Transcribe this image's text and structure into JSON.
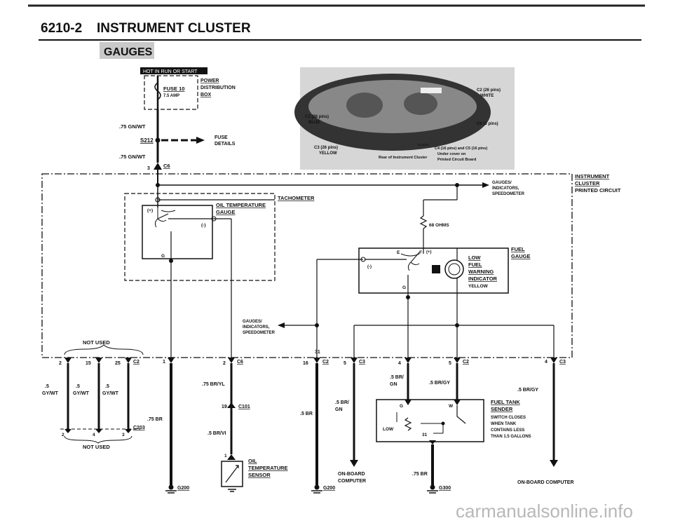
{
  "header": {
    "page": "6210-2",
    "title": "INSTRUMENT CLUSTER"
  },
  "section": "GAUGES",
  "hot_label": "HOT IN RUN OR START",
  "power": {
    "fuse": "FUSE 10",
    "amp": "7.5 AMP",
    "box_line1": "POWER",
    "box_line2": "DISTRIBUTION",
    "box_line3": "BOX"
  },
  "wire_top1": ".75 GN/WT",
  "splice": "S212",
  "fuse_details_1": "FUSE",
  "fuse_details_2": "DETAILS",
  "wire_top2": ".75 GN/WT",
  "c6_top_pin": "3",
  "c6_top": "C6",
  "photo": {
    "caption": "Rear of Instrument Cluster",
    "c1": "C1 (26 pins)",
    "c1b": "BLUE",
    "c2": "C2 (26 pins)",
    "c2b": "WHITE",
    "c3": "C3 (26 pins)",
    "c3b": "YELLOW",
    "c6": "C6 (3 pins)",
    "c4": "C4 (16 pins) and C5 (16 pins)",
    "c4b": "Under cover on",
    "c4c": "Printed Circuit Board",
    "code": "B10029"
  },
  "cluster_label": {
    "l1": "INSTRUMENT",
    "l2": "CLUSTER",
    "l3": "PRINTED CIRCUIT"
  },
  "gauges_top": {
    "l1": "GAUGES/",
    "l2": "INDICATORS,",
    "l3": "SPEEDOMETER"
  },
  "oil_gauge": {
    "l1": "OIL TEMPERATURE",
    "l2": "GAUGE",
    "plus": "(+)",
    "minus": "(-)",
    "g": "G"
  },
  "tachometer": "TACHOMETER",
  "ohms": "68 OHMS",
  "fuel_gauge": {
    "l1": "FUEL",
    "l2": "GAUGE",
    "e": "E",
    "f": "F",
    "plus": "(+)",
    "minus": "(-)",
    "g": "G"
  },
  "low_fuel": {
    "l1": "LOW",
    "l2": "FUEL",
    "l3": "WARNING",
    "l4": "INDICATOR",
    "l5": "YELLOW"
  },
  "gauges_mid": {
    "l1": "GAUGES/",
    "l2": "INDICATORS,",
    "l3": "SPEEDOMETER"
  },
  "not_used_top": "NOT USED",
  "not_used_bottom": "NOT USED",
  "pins": {
    "p2": "2",
    "p15": "15",
    "p25": "25",
    "c2a": "C2",
    "p1": "1",
    "p2b": "2",
    "c6b": "C6",
    "p31": "31",
    "p16": "16",
    "c2b": "C2",
    "p5": "5",
    "c3a": "C3",
    "p4": "4",
    "p5b": "5",
    "c2c": "C2",
    "p4b": "4",
    "c3b": "C3",
    "c203": "C203",
    "c203_2": "2",
    "c203_4": "4",
    "c203_3": "3",
    "p19": "19",
    "c101": "C101",
    "p1b": "1"
  },
  "wires": {
    "gy1a": ".5",
    "gy1b": "GY/WT",
    "gy2a": ".5",
    "gy2b": "GY/WT",
    "gy3a": ".5",
    "gy3b": "GY/WT",
    "br75a": ".75 BR",
    "bryl": ".75 BR/YL",
    "brvi": ".5 BR/VI",
    "br5": ".5 BR",
    "brgn_a1": ".5 BR/",
    "brgn_a2": "GN",
    "brgn_b1": ".5 BR/",
    "brgn_b2": "GN",
    "brgy_a": ".5 BR/GY",
    "brgy_b": ".5 BR/GY",
    "br75b": ".75 BR"
  },
  "oil_sensor": {
    "l1": "OIL",
    "l2": "TEMPERATURE",
    "l3": "SENSOR"
  },
  "obc1": {
    "l1": "ON-BOARD",
    "l2": "COMPUTER"
  },
  "obc2": "ON-BOARD COMPUTER",
  "fuel_tank": {
    "l1": "FUEL TANK",
    "l2": "SENDER",
    "l3": "SWITCH CLOSES",
    "l4": "WHEN TANK",
    "l5": "CONTAINS LESS",
    "l6": "THAN 1.5 GALLONS",
    "g": "G",
    "w": "W",
    "low": "LOW",
    "p31": "31"
  },
  "grounds": {
    "g200a": "G200",
    "g200b": "G200",
    "g300": "G300"
  },
  "watermark": "carmanualsonline.info"
}
